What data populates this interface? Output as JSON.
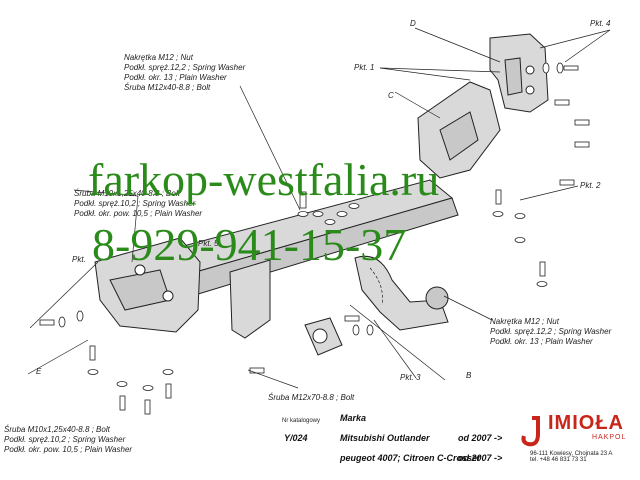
{
  "labels": {
    "D": "D",
    "C": "C",
    "E": "E",
    "B": "B",
    "pkt1": "Pkt. 1",
    "pkt2": "Pkt. 2",
    "pkt3": "Pkt. 3",
    "pkt4": "Pkt. 4",
    "pkt5": "Pkt. 5",
    "pkt_left": "Pkt."
  },
  "notes": {
    "top_left": [
      "Nakrętka  M12 ; Nut",
      "Podkł. spręż.12,2 ; Spring Washer",
      "Podkł. okr. 13 ; Plain Washer",
      "Śruba M12x40-8.8 ;  Bolt"
    ],
    "mid_left": [
      "Śruba M10x1,25x40-8.8 ;  Bolt",
      "Podkł. spręż.10,2 ; Spring Washer",
      "Podkł. okr. pow. 10,5 ; Plain Washer"
    ],
    "right": [
      "Nakrętka  M12 ; Nut",
      "Podkł. spręż.12,2 ; Spring Washer",
      "Podkł. okr. 13 ; Plain Washer"
    ],
    "bottom_bolt": "Śruba M12x70-8.8 ;  Bolt",
    "bottom_left": [
      "Śruba M10x1,25x40-8.8 ;  Bolt",
      "Podkł. spręż.10,2 ; Spring Washer",
      "Podkł. okr. pow. 10,5 ; Plain Washer"
    ]
  },
  "watermark": {
    "site": "farkop-westfalia.ru",
    "phone": "8-929-941-15-37"
  },
  "info": {
    "catalog_label": "Nr katalogowy",
    "catalog_number": "Y/024",
    "marka_label": "Marka",
    "car1": "Mitsubishi Outlander",
    "car1_year": "od  2007 ->",
    "car2": "peugeot 4007; Citroen C-Crosser",
    "car2_year": "od  2007 ->"
  },
  "logo": {
    "word": "IMIOŁA",
    "sub": "HAKPOL",
    "address": "96-111 Kowiesy, Chojnata 23 A",
    "phone": "tel. +48 46 831 73 31"
  },
  "colors": {
    "watermark": "#2a8a1a",
    "logo": "#c8261b"
  }
}
